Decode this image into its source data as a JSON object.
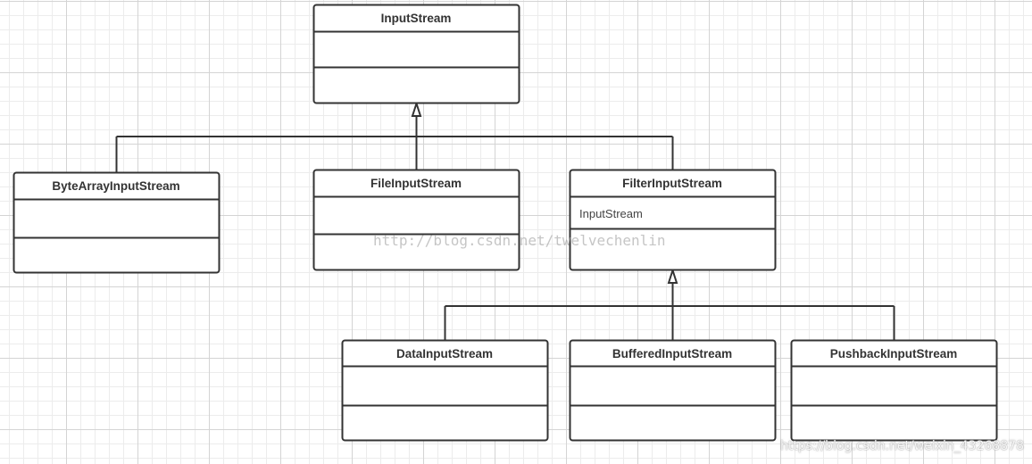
{
  "diagram": {
    "classes": [
      {
        "id": "input-stream",
        "name": "InputStream",
        "attributes": [],
        "methods": []
      },
      {
        "id": "byte-array-input-stream",
        "name": "ByteArrayInputStream",
        "attributes": [],
        "methods": []
      },
      {
        "id": "file-input-stream",
        "name": "FileInputStream",
        "attributes": [],
        "methods": []
      },
      {
        "id": "filter-input-stream",
        "name": "FilterInputStream",
        "attributes": [
          "InputStream"
        ],
        "methods": []
      },
      {
        "id": "data-input-stream",
        "name": "DataInputStream",
        "attributes": [],
        "methods": []
      },
      {
        "id": "buffered-input-stream",
        "name": "BufferedInputStream",
        "attributes": [],
        "methods": []
      },
      {
        "id": "pushback-input-stream",
        "name": "PushbackInputStream",
        "attributes": [],
        "methods": []
      }
    ],
    "relations": [
      {
        "type": "generalization",
        "from": "byte-array-input-stream",
        "to": "input-stream"
      },
      {
        "type": "generalization",
        "from": "file-input-stream",
        "to": "input-stream"
      },
      {
        "type": "generalization",
        "from": "filter-input-stream",
        "to": "input-stream"
      },
      {
        "type": "generalization",
        "from": "data-input-stream",
        "to": "filter-input-stream"
      },
      {
        "type": "generalization",
        "from": "buffered-input-stream",
        "to": "filter-input-stream"
      },
      {
        "type": "generalization",
        "from": "pushback-input-stream",
        "to": "filter-input-stream"
      }
    ]
  },
  "watermarks": {
    "center": "http://blog.csdn.net/twelvechenlin",
    "corner": "https://blog.csdn.net/weixin_43268878"
  }
}
